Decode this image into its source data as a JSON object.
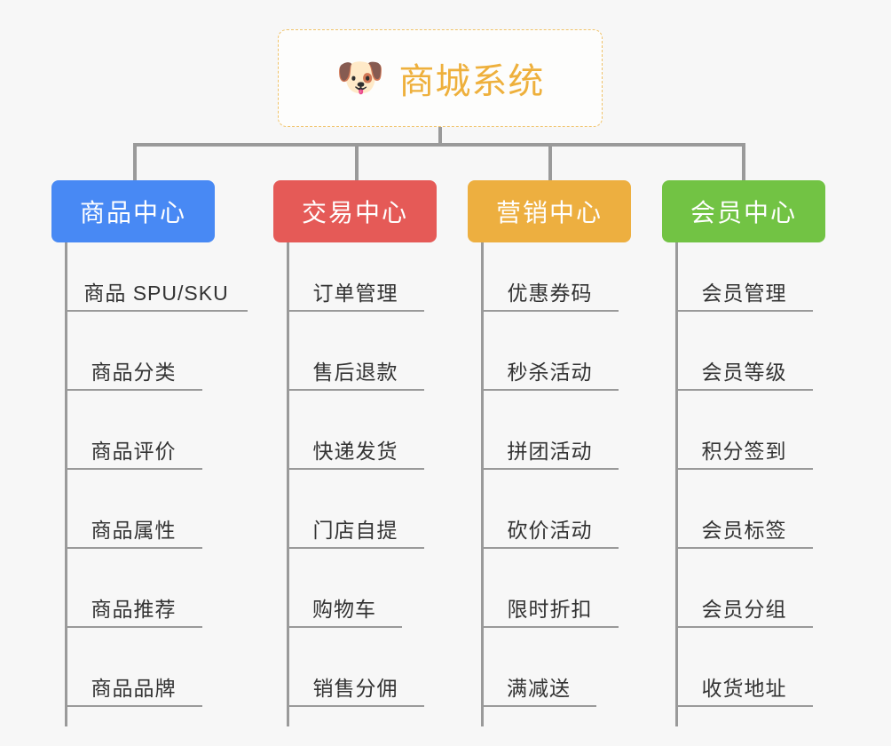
{
  "diagram": {
    "type": "mindmap",
    "background_color": "#f7f7f7",
    "connector_color": "#9a9a9a",
    "root": {
      "icon": "dog-face-emoji",
      "icon_glyph": "🐶",
      "title": "商城系统",
      "text_color": "#eeb03c",
      "border_color": "#f0c36a",
      "border_style": "dashed"
    },
    "branches": [
      {
        "id": "product-center",
        "label": "商品中心",
        "color": "#4889f4",
        "items": [
          "商品 SPU/SKU",
          "商品分类",
          "商品评价",
          "商品属性",
          "商品推荐",
          "商品品牌"
        ]
      },
      {
        "id": "trade-center",
        "label": "交易中心",
        "color": "#e55a57",
        "items": [
          "订单管理",
          "售后退款",
          "快递发货",
          "门店自提",
          "购物车",
          "销售分佣"
        ]
      },
      {
        "id": "marketing-center",
        "label": "营销中心",
        "color": "#edaf40",
        "items": [
          "优惠券码",
          "秒杀活动",
          "拼团活动",
          "砍价活动",
          "限时折扣",
          "满减送"
        ]
      },
      {
        "id": "member-center",
        "label": "会员中心",
        "color": "#72c344",
        "items": [
          "会员管理",
          "会员等级",
          "积分签到",
          "会员标签",
          "会员分组",
          "收货地址"
        ]
      }
    ]
  }
}
